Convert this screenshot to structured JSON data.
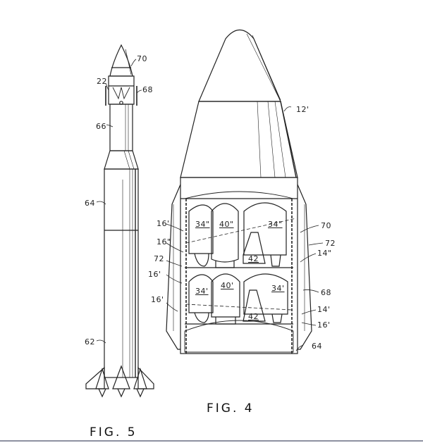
{
  "figures": {
    "fig4": {
      "label": "FIG. 4",
      "refs": {
        "r12p": "12'",
        "r16a": "16'",
        "r16b": "16\"",
        "r72l": "72",
        "r16c": "16'",
        "r16d": "16'",
        "r70": "70",
        "r72r": "72",
        "r14pp": "14\"",
        "r68": "68",
        "r14p": "14'",
        "r16e": "16'",
        "r64": "64",
        "t34a": "34\"",
        "t40a": "40\"",
        "t34b": "34\"",
        "t42a": "42",
        "t34c": "34'",
        "t40b": "40'",
        "t34d": "34'",
        "t42b": "42"
      }
    },
    "fig5": {
      "label": "FIG. 5",
      "refs": {
        "r70": "70",
        "r22": "22",
        "r68": "68",
        "r66": "66",
        "r64": "64",
        "r62": "62"
      }
    }
  },
  "colors": {
    "ink": "#222222",
    "paper": "#ffffff",
    "rule": "#8d90a0"
  }
}
